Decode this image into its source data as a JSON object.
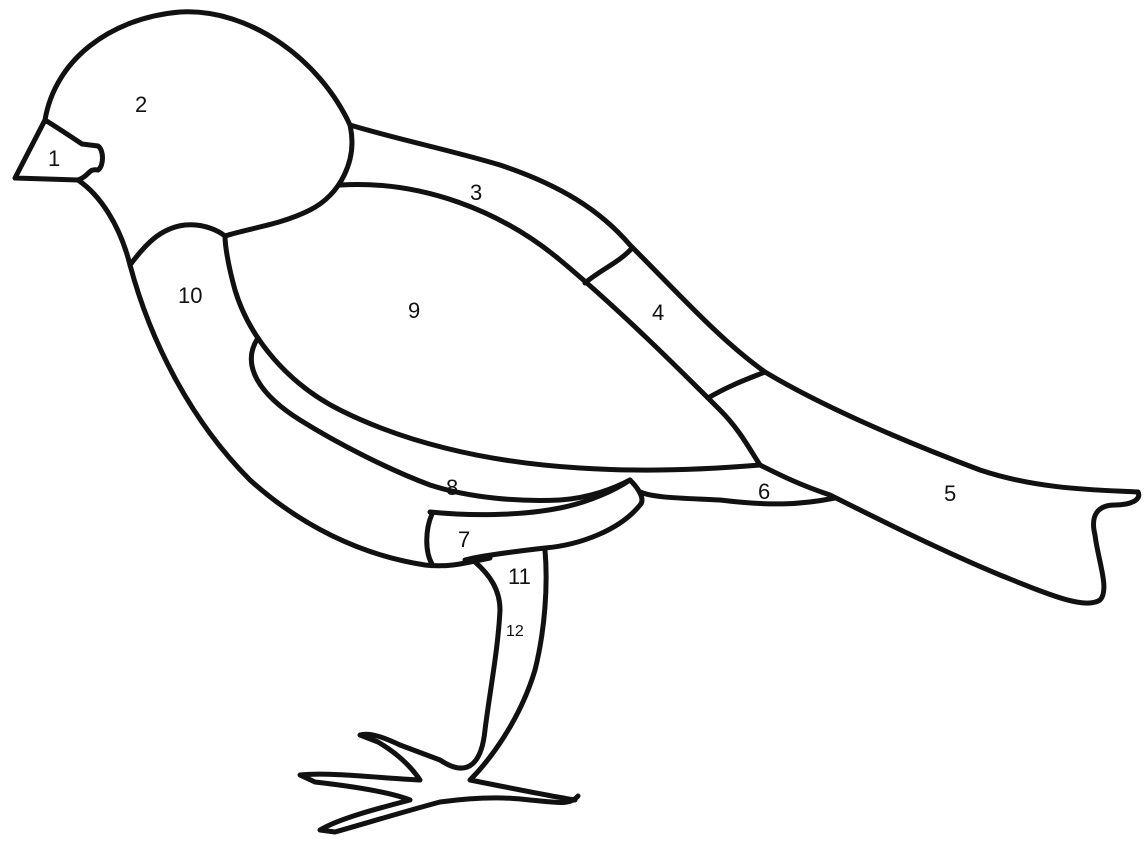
{
  "diagram": {
    "line_color": "#111111",
    "background_color": "#ffffff",
    "regions": [
      {
        "id": "region-1",
        "label": "1"
      },
      {
        "id": "region-2",
        "label": "2"
      },
      {
        "id": "region-3",
        "label": "3"
      },
      {
        "id": "region-4",
        "label": "4"
      },
      {
        "id": "region-5",
        "label": "5"
      },
      {
        "id": "region-6",
        "label": "6"
      },
      {
        "id": "region-7",
        "label": "7"
      },
      {
        "id": "region-8",
        "label": "8"
      },
      {
        "id": "region-9",
        "label": "9"
      },
      {
        "id": "region-10",
        "label": "10"
      },
      {
        "id": "region-11",
        "label": "11"
      },
      {
        "id": "region-12",
        "label": "12"
      }
    ]
  }
}
